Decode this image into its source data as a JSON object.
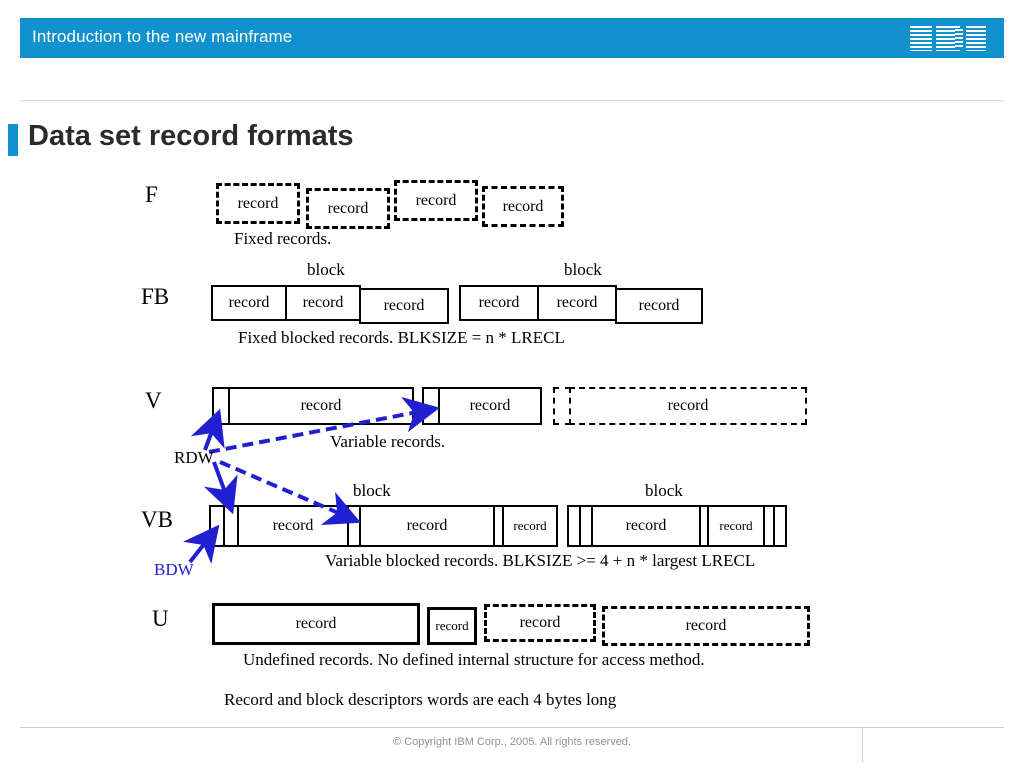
{
  "header": {
    "title": "Introduction to the new mainframe",
    "logo_alt": "IBM",
    "bar_color": "#1191ce"
  },
  "slide": {
    "title": "Data set record formats",
    "accent_color": "#1191ce"
  },
  "annotations": {
    "rdw_label": "RDW",
    "bdw_label": "BDW",
    "arrow_color": "#2020d0",
    "rdw_color": "#000000",
    "bdw_color": "#2020d0"
  },
  "record_word": "record",
  "block_word": "block",
  "formats": [
    {
      "key": "F",
      "label": "F",
      "caption": "Fixed records.",
      "block_labels": [],
      "records": [
        "record",
        "record",
        "record",
        "record"
      ]
    },
    {
      "key": "FB",
      "label": "FB",
      "caption": "Fixed blocked records.  BLKSIZE = n * LRECL",
      "block_labels": [
        "block",
        "block"
      ],
      "records": [
        "record",
        "record",
        "record",
        "record",
        "record",
        "record"
      ]
    },
    {
      "key": "V",
      "label": "V",
      "caption": "Variable records.",
      "block_labels": [],
      "descriptor": "RDW",
      "records": [
        "record",
        "record",
        "record"
      ]
    },
    {
      "key": "VB",
      "label": "VB",
      "caption": "Variable blocked records.  BLKSIZE >= 4 + n * largest LRECL",
      "block_labels": [
        "block",
        "block"
      ],
      "descriptor": "BDW",
      "records": [
        "record",
        "record",
        "record",
        "record",
        "record"
      ]
    },
    {
      "key": "U",
      "label": "U",
      "caption": "Undefined records.  No defined internal structure for access method.",
      "block_labels": [],
      "records": [
        "record",
        "record",
        "record",
        "record"
      ]
    }
  ],
  "note": "Record and block descriptors words are each 4 bytes long",
  "footer": {
    "copyright": "© Copyright IBM Corp., 2005. All rights reserved."
  }
}
